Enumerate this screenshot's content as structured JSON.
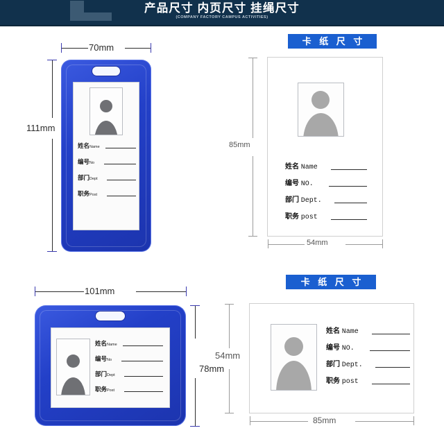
{
  "header": {
    "title": "产品尺寸 内页尺寸 挂绳尺寸",
    "subtitle": "(COMPANY FACTORY CAMPUS ACTIVITIES)",
    "bg_color": "#11314c",
    "deco_color": "#3c5a73"
  },
  "colors": {
    "holder_blue": "#2340c8",
    "badge_blue": "#1a5fd0",
    "dimension_blue": "#3a3ab0",
    "dimension_gray": "#9a9a9a",
    "avatar_gray": "#6f7074",
    "avatar_light_gray": "#a8a8a8"
  },
  "sections": {
    "vertical_holder": {
      "name": "vertical-card-holder",
      "width_label": "70mm",
      "height_label": "111mm",
      "fields": [
        {
          "cn": "姓名",
          "en": "Name"
        },
        {
          "cn": "编号",
          "en": "No"
        },
        {
          "cn": "部门",
          "en": "Dept"
        },
        {
          "cn": "职务",
          "en": "Post"
        }
      ]
    },
    "vertical_paper": {
      "name": "vertical-card-paper",
      "badge": "卡 纸 尺 寸",
      "width_label": "54mm",
      "height_label": "85mm",
      "fields": [
        {
          "cn": "姓名",
          "en": "Name"
        },
        {
          "cn": "编号",
          "en": "NO."
        },
        {
          "cn": "部门",
          "en": "Dept."
        },
        {
          "cn": "职务",
          "en": "post"
        }
      ]
    },
    "horizontal_holder": {
      "name": "horizontal-card-holder",
      "width_label": "101mm",
      "height_label": "78mm",
      "fields": [
        {
          "cn": "姓名",
          "en": "Name"
        },
        {
          "cn": "编号",
          "en": "No"
        },
        {
          "cn": "部门",
          "en": "Dept"
        },
        {
          "cn": "职务",
          "en": "Post"
        }
      ]
    },
    "horizontal_paper": {
      "name": "horizontal-card-paper",
      "badge": "卡 纸 尺 寸",
      "width_label": "85mm",
      "height_label": "54mm",
      "fields": [
        {
          "cn": "姓名",
          "en": "Name"
        },
        {
          "cn": "编号",
          "en": "NO."
        },
        {
          "cn": "部门",
          "en": "Dept."
        },
        {
          "cn": "职务",
          "en": "post"
        }
      ]
    }
  }
}
